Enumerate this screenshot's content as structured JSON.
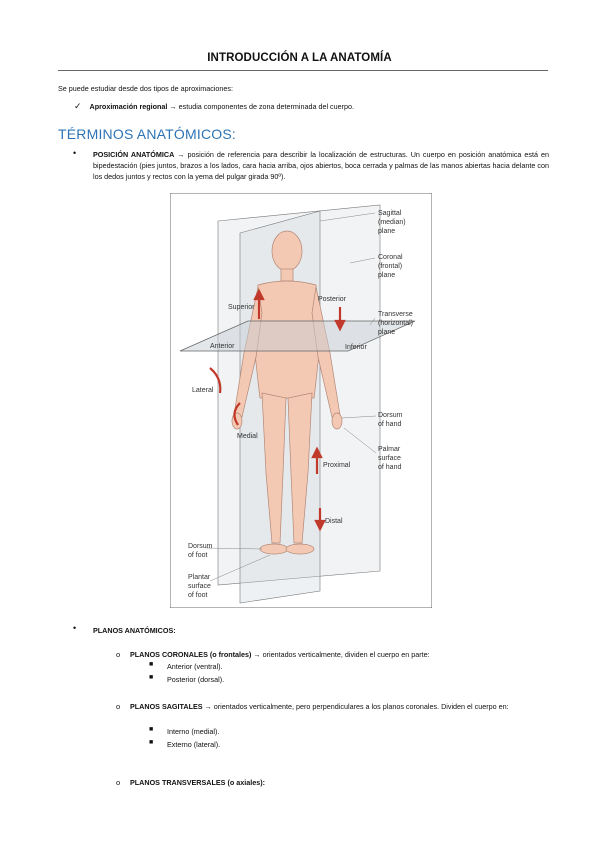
{
  "doc": {
    "title": "INTRODUCCIÓN A LA ANATOMÍA",
    "intro": "Se puede estudiar desde dos tipos de aproximaciones:",
    "approach_bold": "Aproximación regional",
    "approach_rest": " → estudia componentes de zona determinada del cuerpo.",
    "section_heading": "TÉRMINOS ANATÓMICOS:",
    "pos_bold": "POSICIÓN ANATÓMICA",
    "pos_rest": " → posición de referencia para describir la localización de estructuras. Un cuerpo en posición anatómica está en bipedestación (pies juntos, brazos a los lados, cara hacia arriba, ojos abiertos, boca cerrada y palmas de las manos abiertas hacia delante con los dedos juntos y rectos con la yema del pulgar girada 90º).",
    "planos_title": "PLANOS ANATÓMICOS:",
    "coronal_bold": "PLANOS CORONALES (o frontales)",
    "coronal_rest": " → orientados verticalmente, dividen el cuerpo en parte:",
    "coronal_items": [
      "Anterior (ventral).",
      "Posterior (dorsal)."
    ],
    "sagital_bold": "PLANOS SAGITALES",
    "sagital_rest": " → orientados verticalmente, pero perpendiculares a los planos coronales. Dividen el cuerpo en:",
    "sagital_items": [
      "Interno (medial).",
      "Externo (lateral)."
    ],
    "transversal_bold": "PLANOS TRANSVERSALES (o axiales):"
  },
  "figure": {
    "labels": {
      "sagittal": [
        "Sagittal",
        "(median)",
        "plane"
      ],
      "coronal": [
        "Coronal",
        "(frontal)",
        "plane"
      ],
      "transverse": [
        "Transverse",
        "(horizontal)",
        "plane"
      ],
      "superior": "Superior",
      "posterior": "Posterior",
      "anterior": "Anterior",
      "inferior": "Inferior",
      "lateral": "Lateral",
      "medial": "Medial",
      "dorsum_hand": [
        "Dorsum",
        "of hand"
      ],
      "palmar": [
        "Palmar",
        "surface",
        "of hand"
      ],
      "proximal": "Proximal",
      "distal": "Distal",
      "dorsum_foot": [
        "Dorsum",
        "of foot"
      ],
      "plantar": [
        "Plantar",
        "surface",
        "of foot"
      ]
    }
  },
  "colors": {
    "heading": "#2e74b5",
    "arrow": "#c0392b",
    "skin": "#f4c9b3"
  }
}
